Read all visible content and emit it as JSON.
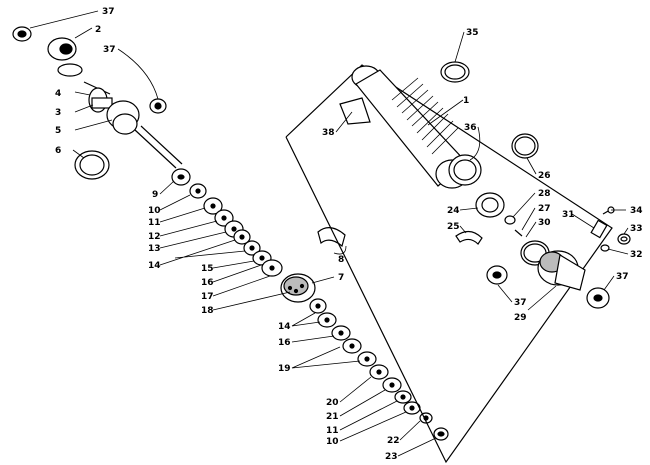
{
  "diagram": {
    "type": "exploded-parts-view",
    "part_labels": [
      "37",
      "2",
      "37",
      "4",
      "3",
      "5",
      "6",
      "9",
      "10",
      "11",
      "12",
      "13",
      "14",
      "15",
      "16",
      "17",
      "18",
      "8",
      "7",
      "14",
      "16",
      "19",
      "20",
      "21",
      "11",
      "10",
      "22",
      "23",
      "35",
      "1",
      "38",
      "36",
      "26",
      "28",
      "27",
      "30",
      "24",
      "25",
      "31",
      "34",
      "33",
      "32",
      "37",
      "29",
      "37"
    ]
  }
}
